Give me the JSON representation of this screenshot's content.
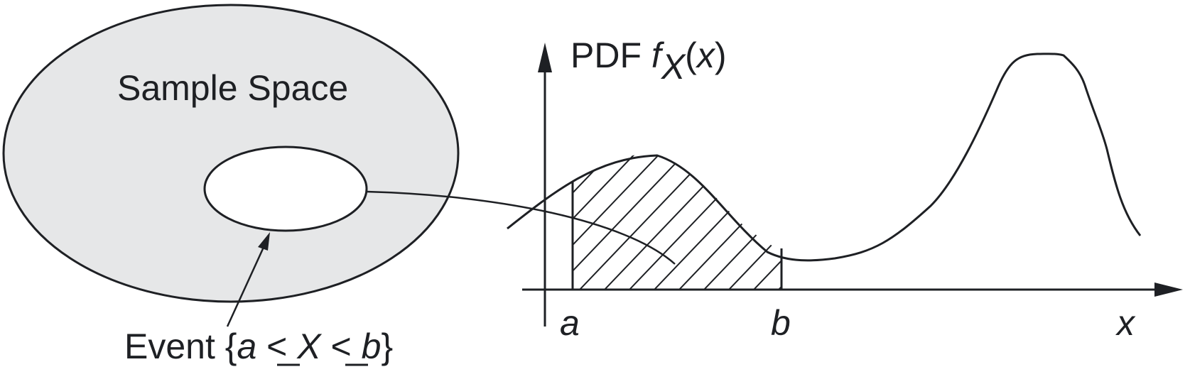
{
  "sample_space": {
    "label": "Sample Space",
    "fill_color": "#e6e7e8"
  },
  "event": {
    "prefix": "Event {",
    "a": "a",
    "leq1": "<",
    "X": "X",
    "leq2": "<",
    "b": "b",
    "suffix": "}"
  },
  "pdf_axis": {
    "label_prefix": "PDF ",
    "label_f": "f",
    "label_subscript": "X",
    "label_suffix_open": "(",
    "label_arg": "x",
    "label_suffix_close": ")"
  },
  "x_axis": {
    "tick_a": "a",
    "tick_b": "b",
    "label": "x"
  },
  "colors": {
    "stroke": "#1e2024",
    "background": "#ffffff"
  }
}
